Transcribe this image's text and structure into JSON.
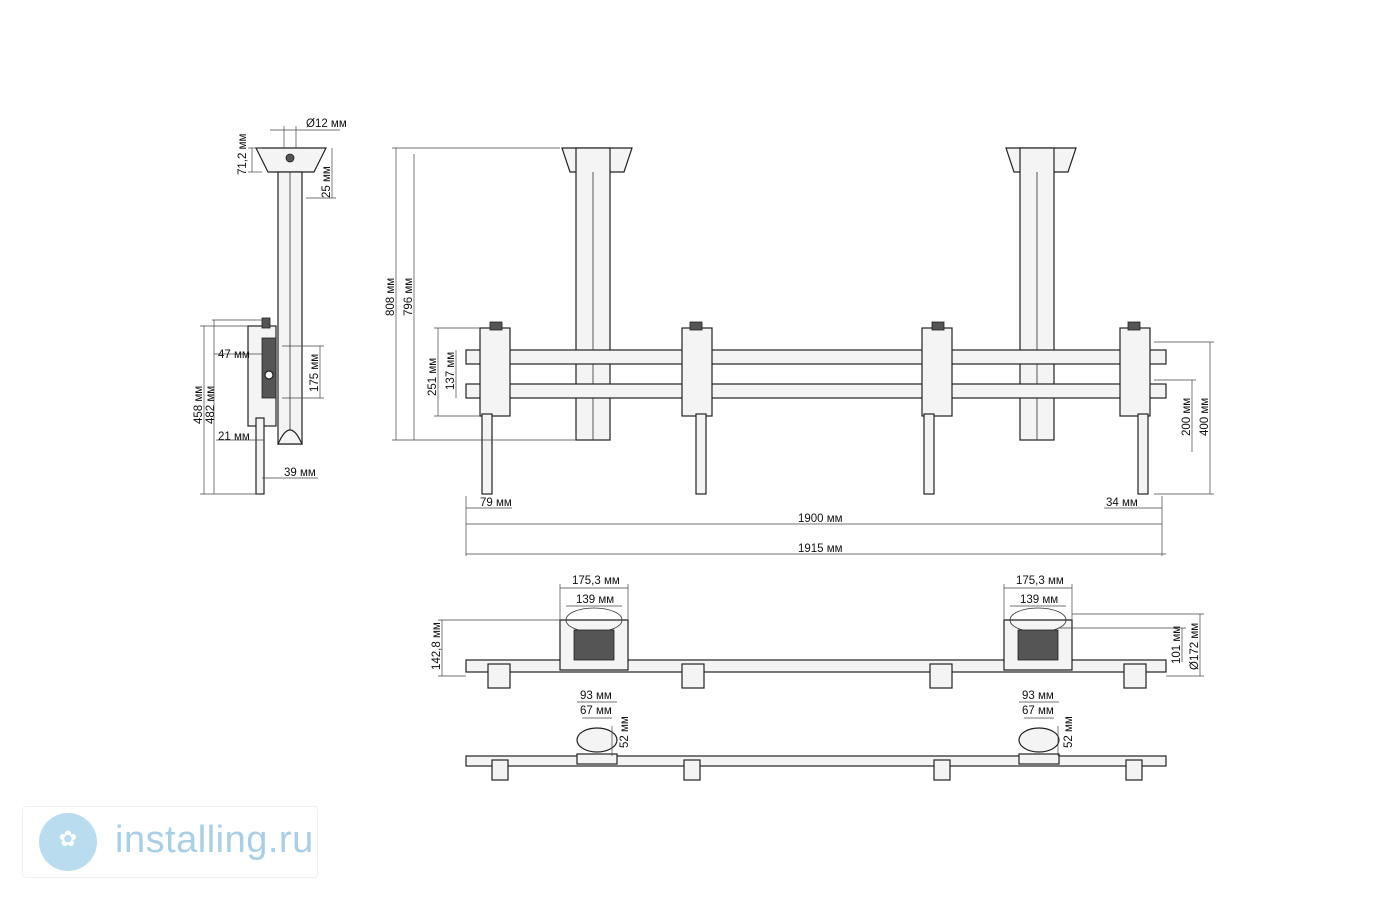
{
  "side_view": {
    "diameter": "Ø12 мм",
    "top_plate": "71,2 мм",
    "flange": "25 мм",
    "adapter": "47 мм",
    "bracket": "175 мм",
    "height_a": "458 мм",
    "height_b": "482 мм",
    "offset": "21 мм",
    "depth": "39 мм"
  },
  "front_view": {
    "drop_total": "808 мм",
    "drop_pole": "796 мм",
    "rail_span": "251 мм",
    "rail_gap": "137 мм",
    "vesa_a": "200 мм",
    "vesa_b": "400 мм",
    "left_edge": "79 мм",
    "right_edge": "34 мм",
    "width_inner": "1900 мм",
    "width_outer": "1915 мм"
  },
  "top_view": {
    "plate_left_outer": "175,3 мм",
    "plate_left_inner": "139 мм",
    "plate_right_outer": "175,3 мм",
    "plate_right_inner": "139 мм",
    "plate_depth": "142,8 мм",
    "hole_a": "101 мм",
    "hole_b": "Ø172 мм"
  },
  "bottom_view": {
    "clamp_left_outer": "93 мм",
    "clamp_left_inner": "67 мм",
    "clamp_left_height": "52 мм",
    "clamp_right_outer": "93 мм",
    "clamp_right_inner": "67 мм",
    "clamp_right_height": "52 мм"
  },
  "logo": {
    "text": "installing.ru",
    "icon": "cloud-logo-icon",
    "brand_color": "#a8cfe6"
  }
}
